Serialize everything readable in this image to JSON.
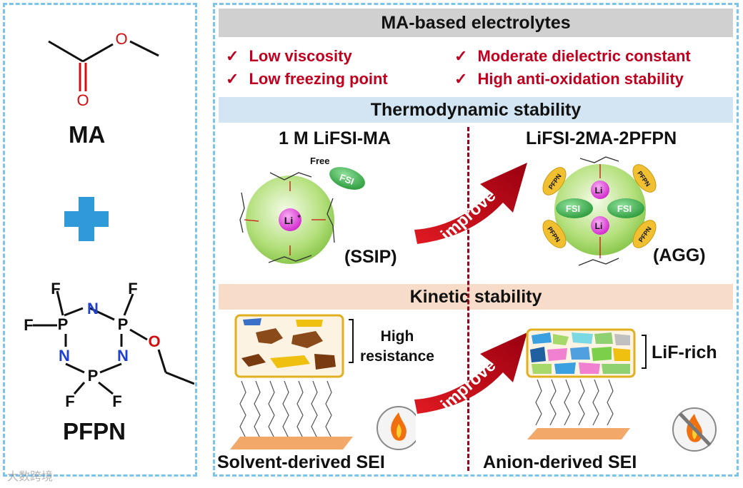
{
  "left_panel": {
    "molecule1_label": "MA",
    "molecule2_label": "PFPN",
    "atoms": {
      "oxygen": "O",
      "nitrogen": "N",
      "phosphorus": "P",
      "fluorine": "F"
    }
  },
  "right_panel": {
    "header": "MA-based electrolytes",
    "check_symbol": "✓",
    "properties": [
      "Low viscosity",
      "Low freezing point",
      "Moderate dielectric constant",
      "High anti-oxidation stability"
    ],
    "thermo_title": "Thermodynamic stability",
    "kinetic_title": "Kinetic stability",
    "left_title": "1 M LiFSI-MA",
    "right_title": "LiFSI-2MA-2PFPN",
    "free_label": "Free",
    "fsi_label": "FSI",
    "li_label": "Li",
    "pfpn_tag": "PFPN",
    "ssip_label": "(SSIP)",
    "agg_label": "(AGG)",
    "improve_label": "improve",
    "high_resistance": [
      "High",
      "resistance"
    ],
    "lif_rich": "LiF-rich",
    "solvent_sei": "Solvent-derived SEI",
    "anion_sei": "Anion-derived SEI"
  },
  "colors": {
    "border": "#7cc4ea",
    "property_text": "#c0001f",
    "header_bg": "#d0d0d0",
    "thermo_bg": "#d3e5f3",
    "kinetic_bg": "#f7dcca",
    "arrow": "#b3000e",
    "plus": "#2f9ad8",
    "sphere": "#a6d96a",
    "li_ion": "#e64de0",
    "fsi": "#3aa84a",
    "pfpn": "#f0c030"
  },
  "watermark": "大数跨境"
}
